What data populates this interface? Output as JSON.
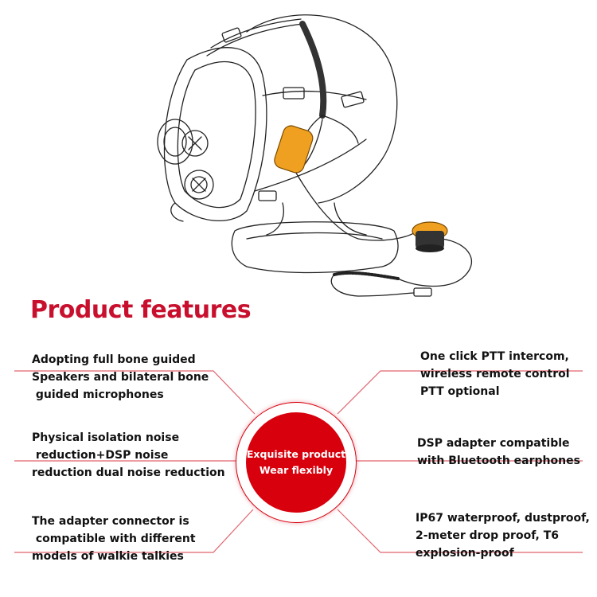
{
  "heading": "Product features",
  "center": {
    "line1": "Exquisite product",
    "line2": "Wear flexibly"
  },
  "features": {
    "left": [
      "Adopting full bone guided\nSpeakers and bilateral bone\n guided microphones",
      "Physical isolation noise\n reduction+DSP noise\nreduction dual noise reduction",
      "The adapter connector is\n compatible with different\nmodels of walkie talkies"
    ],
    "right": [
      "One click PTT intercom,\nwireless remote control\nPTT optional",
      "DSP adapter compatible\nwith Bluetooth earphones",
      "IP67 waterproof, dustproof,\n2-meter drop proof, T6\nexplosion-proof"
    ]
  },
  "colors": {
    "accent": "#d8000c",
    "title": "#c8102e",
    "connector": "#e0646e",
    "ptt_button": "#f0a020"
  },
  "icons": {
    "illustration": "mask-headset-on-mannequin-icon"
  }
}
